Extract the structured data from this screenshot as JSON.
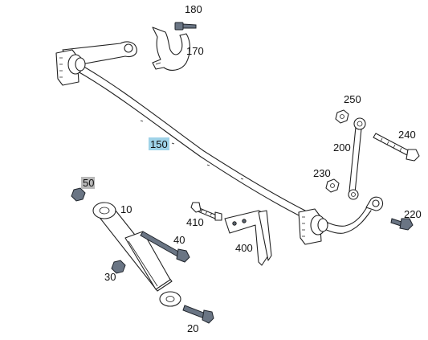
{
  "diagram": {
    "labels": {
      "p10": "10",
      "p20": "20",
      "p30": "30",
      "p40": "40",
      "p50": "50",
      "p150": "150",
      "p170": "170",
      "p180": "180",
      "p200": "200",
      "p220": "220",
      "p230": "230",
      "p240": "240",
      "p250": "250",
      "p400": "400",
      "p410": "410"
    },
    "highlight_colors": {
      "p150": "#9fd3e8",
      "p50": "#b8b8b8"
    }
  }
}
